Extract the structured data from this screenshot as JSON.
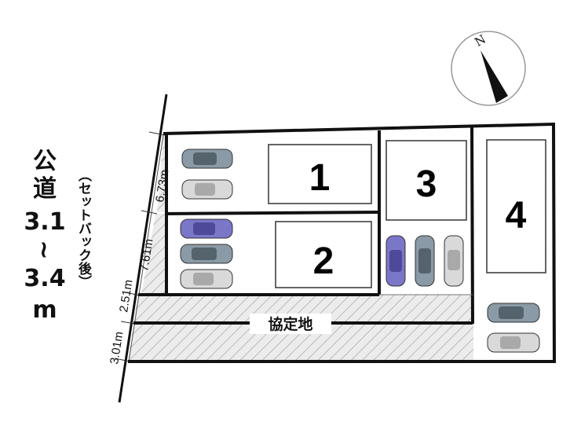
{
  "road": {
    "line1": "公",
    "line2": "道",
    "line3": "3.1",
    "line4": "~",
    "line5": "3.4",
    "line6": "m",
    "setback": "（セットバック後）"
  },
  "dimensions": [
    "6.73m",
    "7.61m",
    "2.51m",
    "3.01m"
  ],
  "lots": [
    {
      "number": "1"
    },
    {
      "number": "2"
    },
    {
      "number": "3"
    },
    {
      "number": "4"
    }
  ],
  "shared_land_label": "協定地",
  "compass": {
    "north_label": "N"
  },
  "colors": {
    "boundary": "#111111",
    "hatch": "#bfbfbf",
    "car_gray": "#8a9aa6",
    "car_light": "#d9d9d9",
    "car_purple": "#7a76c8"
  }
}
